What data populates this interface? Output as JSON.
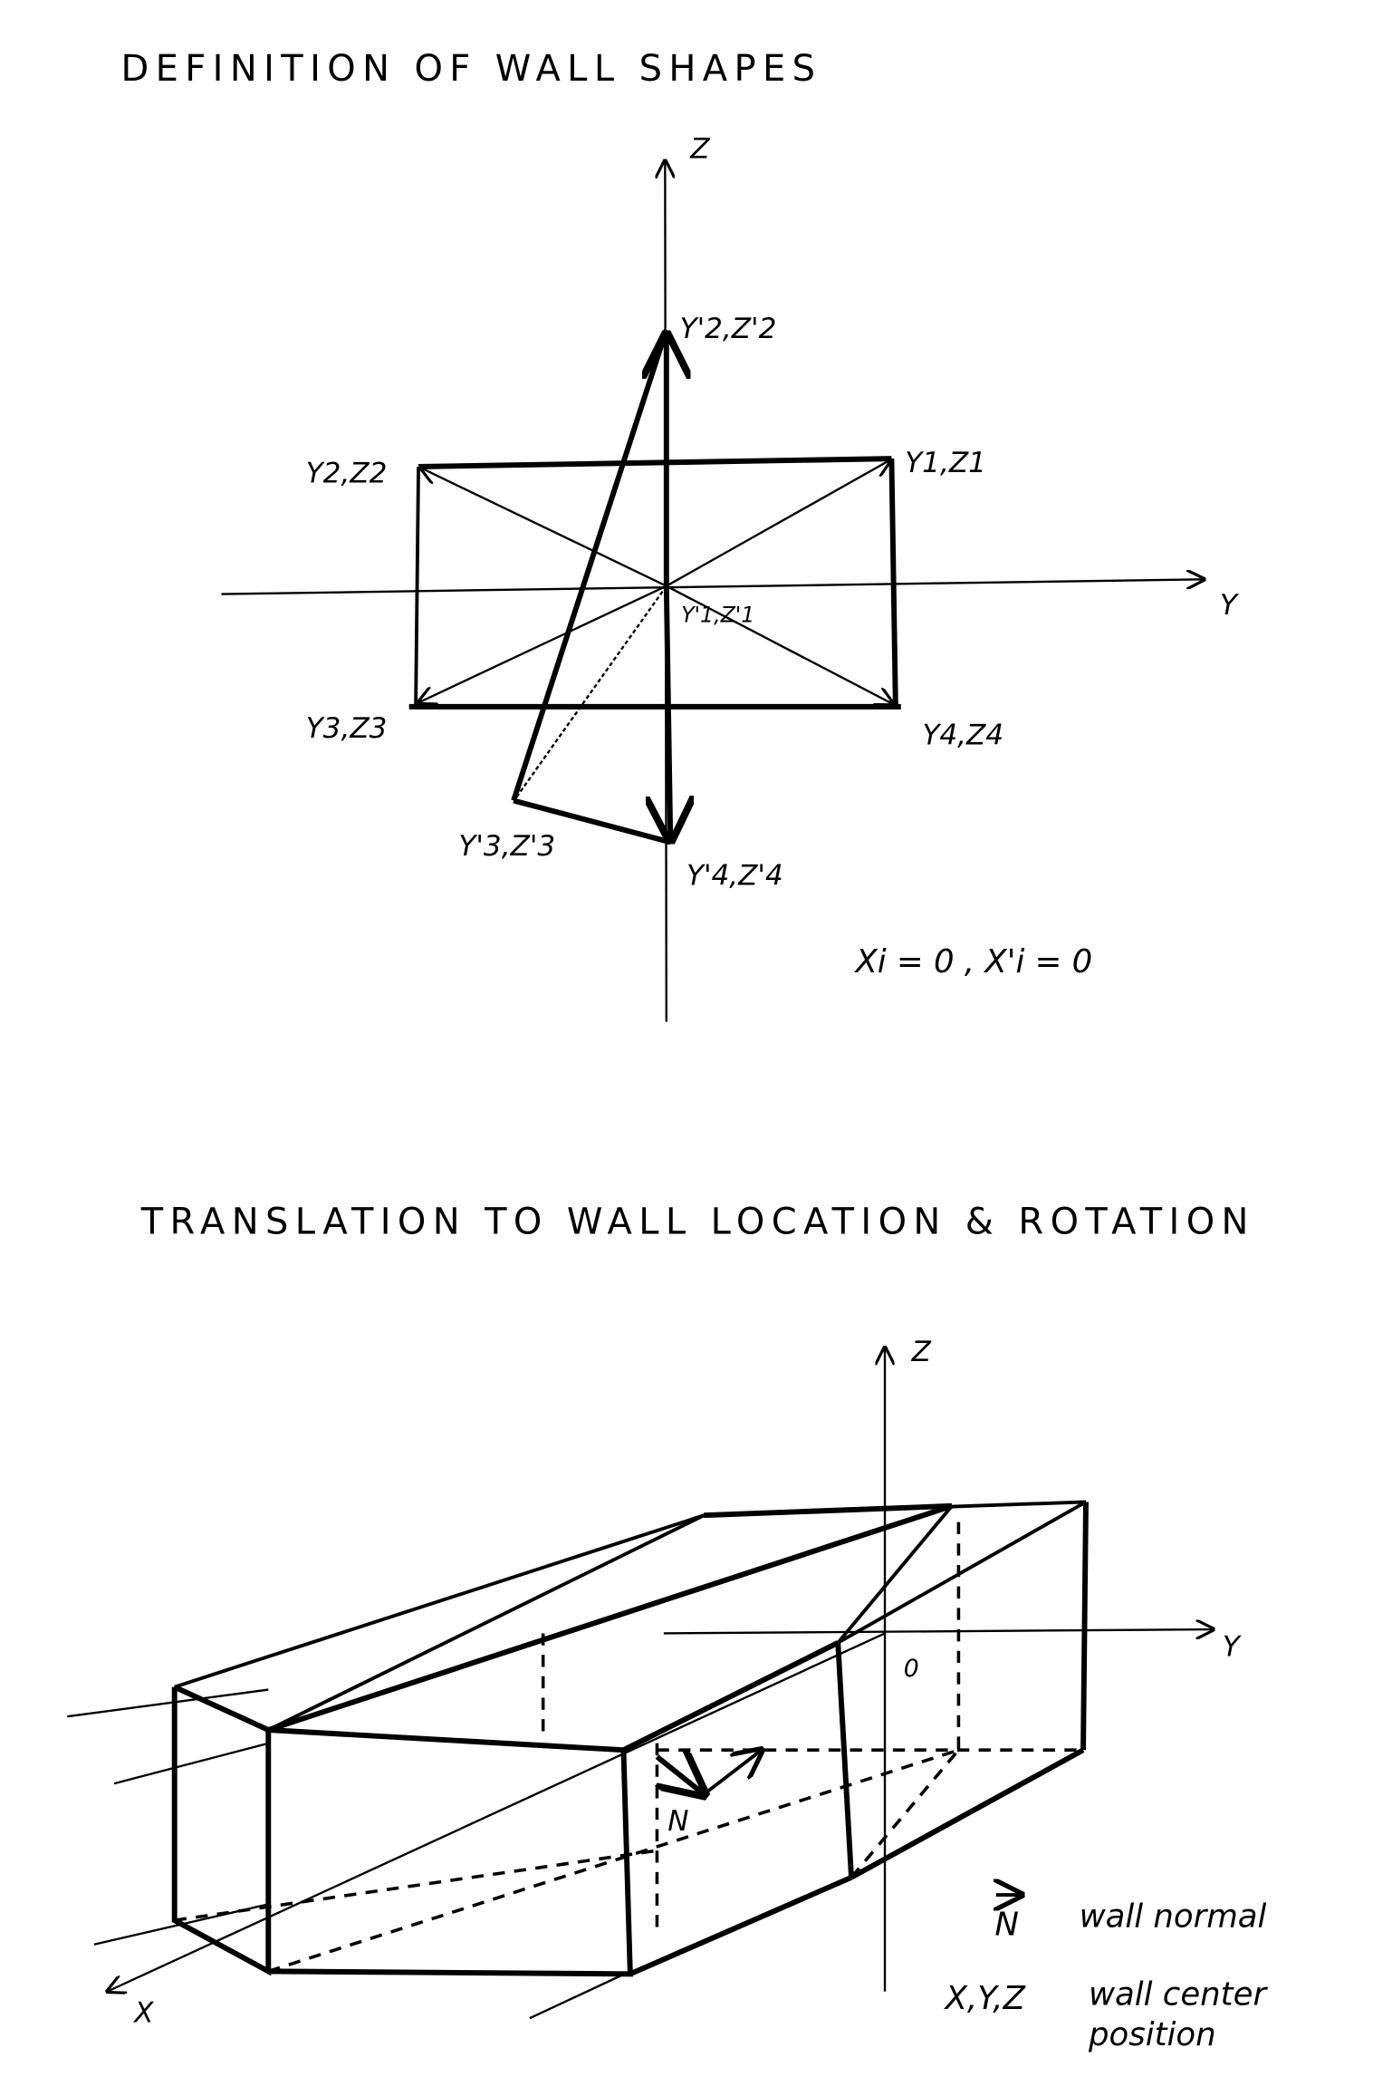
{
  "top_diagram": {
    "title": "DEFINITION OF WALL SHAPES",
    "axis_z": "Z",
    "axis_y": "Y",
    "points": {
      "p1": "Y1,Z1",
      "p2": "Y2,Z2",
      "p3": "Y3,Z3",
      "p4": "Y4,Z4",
      "p1_prime": "Y'1,Z'1",
      "p2_prime": "Y'2,Z'2",
      "p3_prime": "Y'3,Z'3",
      "p4_prime": "Y'4,Z'4"
    },
    "condition": "Xi = 0 , X'i = 0"
  },
  "bottom_diagram": {
    "title": "TRANSLATION TO WALL LOCATION & ROTATION",
    "axis_z": "Z",
    "axis_y": "Y",
    "axis_x": "X",
    "origin": "0",
    "normal_label": "N",
    "legend": [
      {
        "symbol": "N",
        "text": "wall normal"
      },
      {
        "symbol": "X,Y,Z",
        "text": "wall center position"
      }
    ]
  }
}
